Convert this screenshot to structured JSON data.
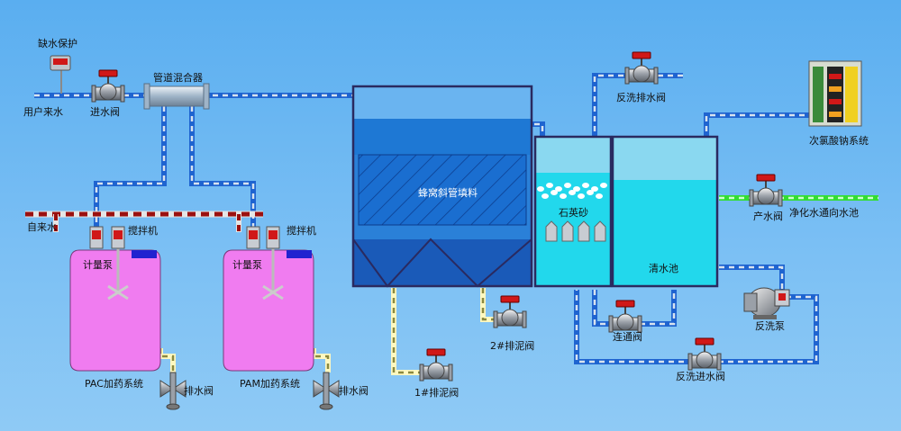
{
  "labels": {
    "water_protect": "缺水保护",
    "user_water": "用户来水",
    "inlet_valve": "进水阀",
    "pipe_mixer": "管道混合器",
    "tap_water": "自来水",
    "mixer_left": "搅拌机",
    "mixer_right": "搅拌机",
    "meter_pump_left": "计量泵",
    "meter_pump_right": "计量泵",
    "pac_system": "PAC加药系统",
    "pam_system": "PAM加药系统",
    "drain_valve_left": "排水阀",
    "drain_valve_right": "排水阀",
    "tube_settler": "蜂窝斜管填料",
    "quartz_sand": "石英砂",
    "clear_tank": "清水池",
    "backwash_drain_valve": "反洗排水阀",
    "hypochlorite_system": "次氯酸钠系统",
    "product_valve": "产水阀",
    "to_pool": "净化水通向水池",
    "sludge_valve_1": "1#排泥阀",
    "sludge_valve_2": "2#排泥阀",
    "bypass_valve": "连通阀",
    "backwash_pump": "反洗泵",
    "backwash_inlet_valve": "反洗进水阀"
  },
  "colors": {
    "pipe": "#1f64d0",
    "pipe_dash": "#d8e2ee",
    "chem_pipe": "#e5e5e5",
    "chem_dash": "#9b1010",
    "green_pipe": "#33dd33",
    "green_dash": "#ccffcc",
    "sludge_pipe": "#fff8c0",
    "sludge_dash": "#8a8a40",
    "pac_tank": "#f07cf0",
    "settler_blue": "#1e78d4",
    "settler_dark": "#1040a0",
    "filter_cyan": "#22d8ec",
    "valve_red": "#d01818",
    "tank_cap": "#2222d0"
  }
}
